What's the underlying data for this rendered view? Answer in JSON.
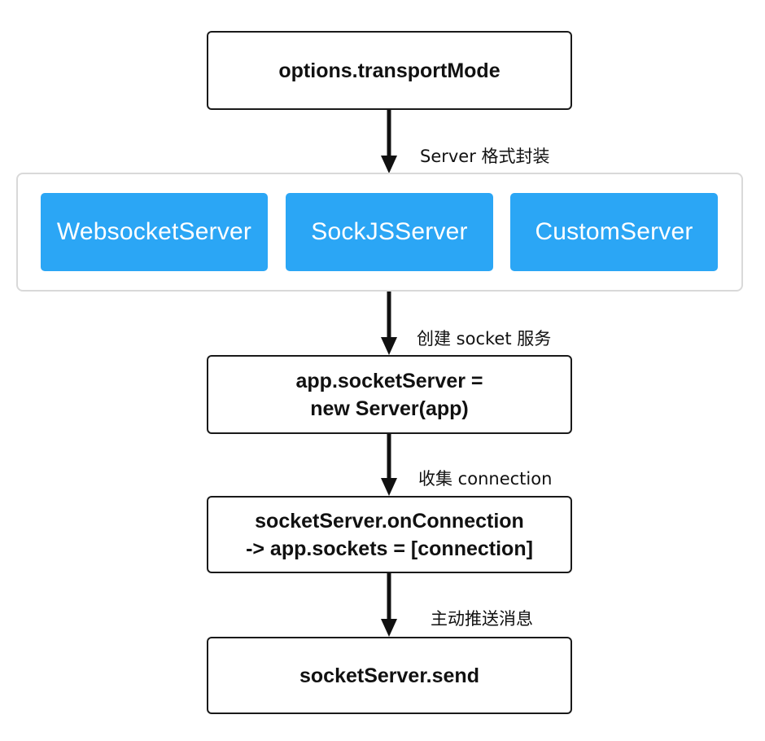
{
  "nodes": {
    "transport_mode": "options.transportMode",
    "socket_server_line1": "app.socketServer =",
    "socket_server_line2": "new Server(app)",
    "on_connection_line1": "socketServer.onConnection",
    "on_connection_line2": "-> app.sockets = [connection]",
    "send": "socketServer.send"
  },
  "servers": [
    "WebsocketServer",
    "SockJSServer",
    "CustomServer"
  ],
  "edge_labels": {
    "format": "Server 格式封装",
    "create": "创建 socket 服务",
    "collect": "收集 connection",
    "push": "主动推送消息"
  },
  "colors": {
    "server_fill": "#2ba6f5",
    "node_border": "#1a1a1a",
    "group_border": "#d9d9d9",
    "arrow": "#111111"
  }
}
